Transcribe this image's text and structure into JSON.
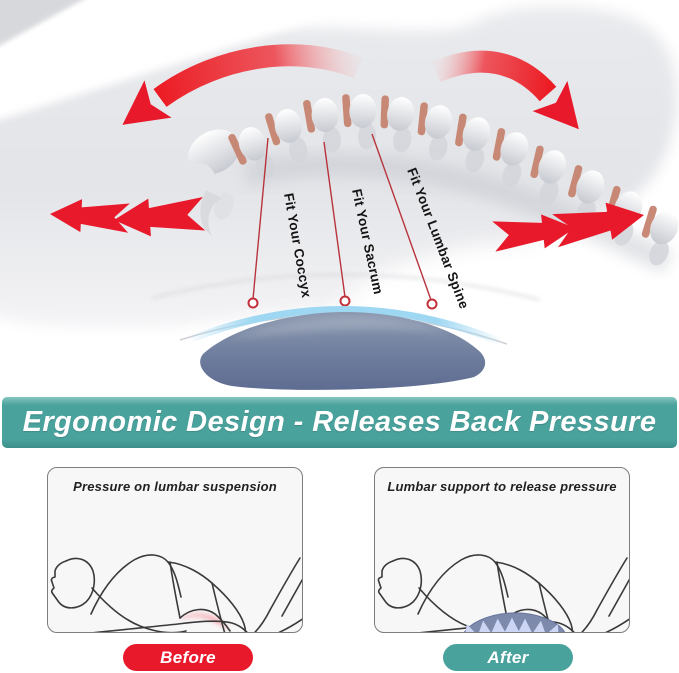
{
  "top_diagram": {
    "spine_labels": [
      {
        "text": "Fit Your Coccyx"
      },
      {
        "text": "Fit Your Sacrum"
      },
      {
        "text": "Fit Your Lumbar Spine"
      }
    ]
  },
  "banner": {
    "title": "Ergonomic Design - Releases Back Pressure"
  },
  "comparison": {
    "before": {
      "caption": "Pressure on lumbar suspension",
      "badge": "Before"
    },
    "after": {
      "caption": "Lumbar support to release pressure",
      "badge": "After"
    }
  },
  "colors": {
    "accent_red": "#e8192b",
    "accent_teal": "#4aa29d",
    "pillow_blue": "#6e7f9f",
    "support_arc_blue": "#9ed7f2",
    "after_pillow_blue": "#7e8aab",
    "after_arrow_blue": "#cdd5f5",
    "spine_disc_salmon": "#c5846f"
  }
}
